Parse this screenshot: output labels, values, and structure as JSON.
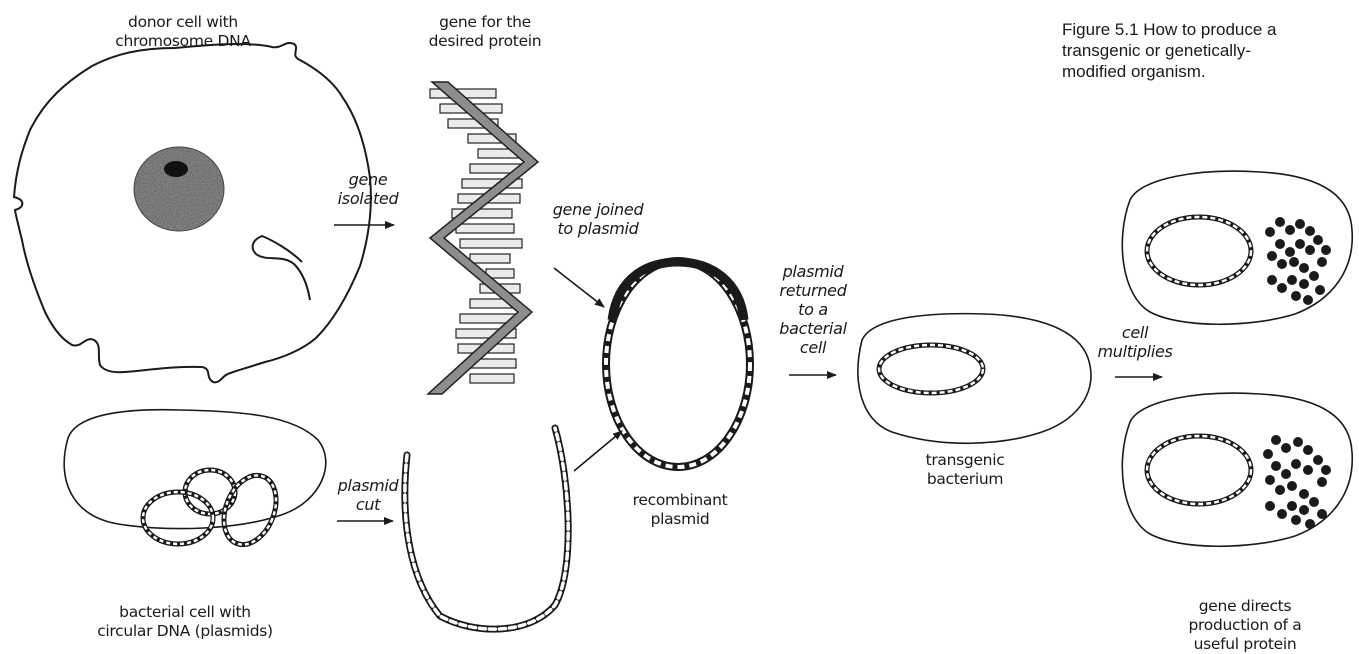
{
  "caption": {
    "lines": [
      "Figure 5.1 How to produce a",
      "transgenic or genetically-",
      "modified organism."
    ]
  },
  "labels": {
    "donor_cell": [
      "donor cell with",
      "chromosome DNA"
    ],
    "gene": [
      "gene for the",
      "desired protein"
    ],
    "bacterial_cell": [
      "bacterial cell with",
      "circular DNA (plasmids)"
    ],
    "recombinant_plasmid": [
      "recombinant",
      "plasmid"
    ],
    "transgenic_bacterium": [
      "transgenic",
      "bacterium"
    ],
    "protein_production": [
      "gene directs",
      "production of a",
      "useful protein"
    ]
  },
  "steps": {
    "gene_isolated": [
      "gene",
      "isolated"
    ],
    "gene_joined": [
      "gene joined",
      "to plasmid"
    ],
    "plasmid_cut": [
      "plasmid",
      "cut"
    ],
    "plasmid_returned": [
      "plasmid",
      "returned",
      "to a",
      "bacterial",
      "cell"
    ],
    "cell_multiplies": [
      "cell",
      "multiplies"
    ]
  }
}
